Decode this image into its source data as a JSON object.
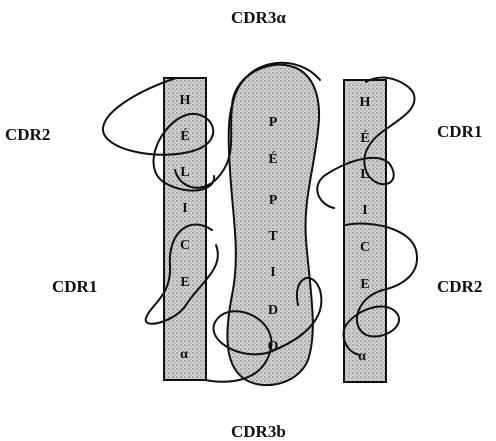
{
  "labels": {
    "cdr3_alpha": "CDR3α",
    "cdr3_b": "CDR3b",
    "cdr2_left": "CDR2",
    "cdr1_left": "CDR1",
    "cdr1_right": "CDR1",
    "cdr2_right": "CDR2"
  },
  "left_helix": {
    "letters": [
      "H",
      "É",
      "L",
      "I",
      "C",
      "E"
    ],
    "alpha": "α"
  },
  "right_helix": {
    "letters": [
      "H",
      "É",
      "L",
      "I",
      "C",
      "E"
    ],
    "alpha": "α"
  },
  "peptide": {
    "letters": [
      "P",
      "É",
      "P",
      "T",
      "I",
      "D",
      "O"
    ]
  },
  "colors": {
    "stroke": "#111111",
    "fill_dotted": "#c4c4c4",
    "background": "#ffffff"
  }
}
